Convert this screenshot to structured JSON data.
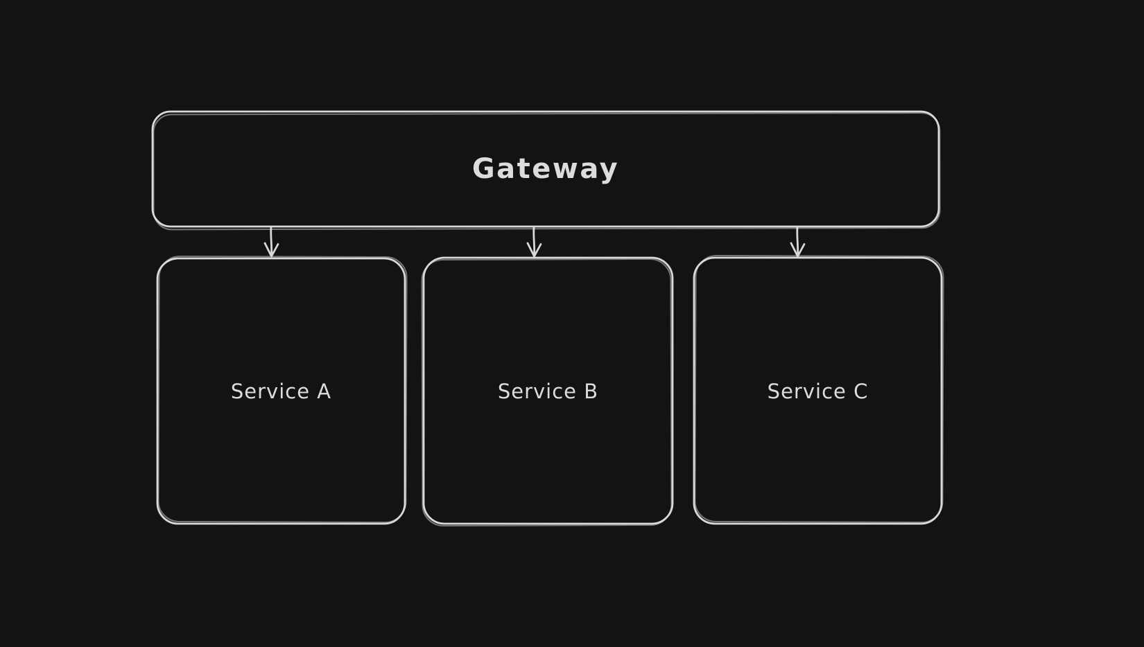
{
  "diagram": {
    "style": "hand-drawn-whiteboard",
    "colors": {
      "background": "#131313",
      "stroke": "#d9d9d9",
      "text": "#dcdcdc"
    },
    "nodes": [
      {
        "id": "gateway",
        "label": "Gateway"
      },
      {
        "id": "service-a",
        "label": "Service A"
      },
      {
        "id": "service-b",
        "label": "Service B"
      },
      {
        "id": "service-c",
        "label": "Service C"
      }
    ],
    "edges": [
      {
        "from": "gateway",
        "to": "service-a",
        "direction": "down",
        "arrowhead": "open"
      },
      {
        "from": "gateway",
        "to": "service-b",
        "direction": "down",
        "arrowhead": "open"
      },
      {
        "from": "gateway",
        "to": "service-c",
        "direction": "down",
        "arrowhead": "open"
      }
    ]
  }
}
